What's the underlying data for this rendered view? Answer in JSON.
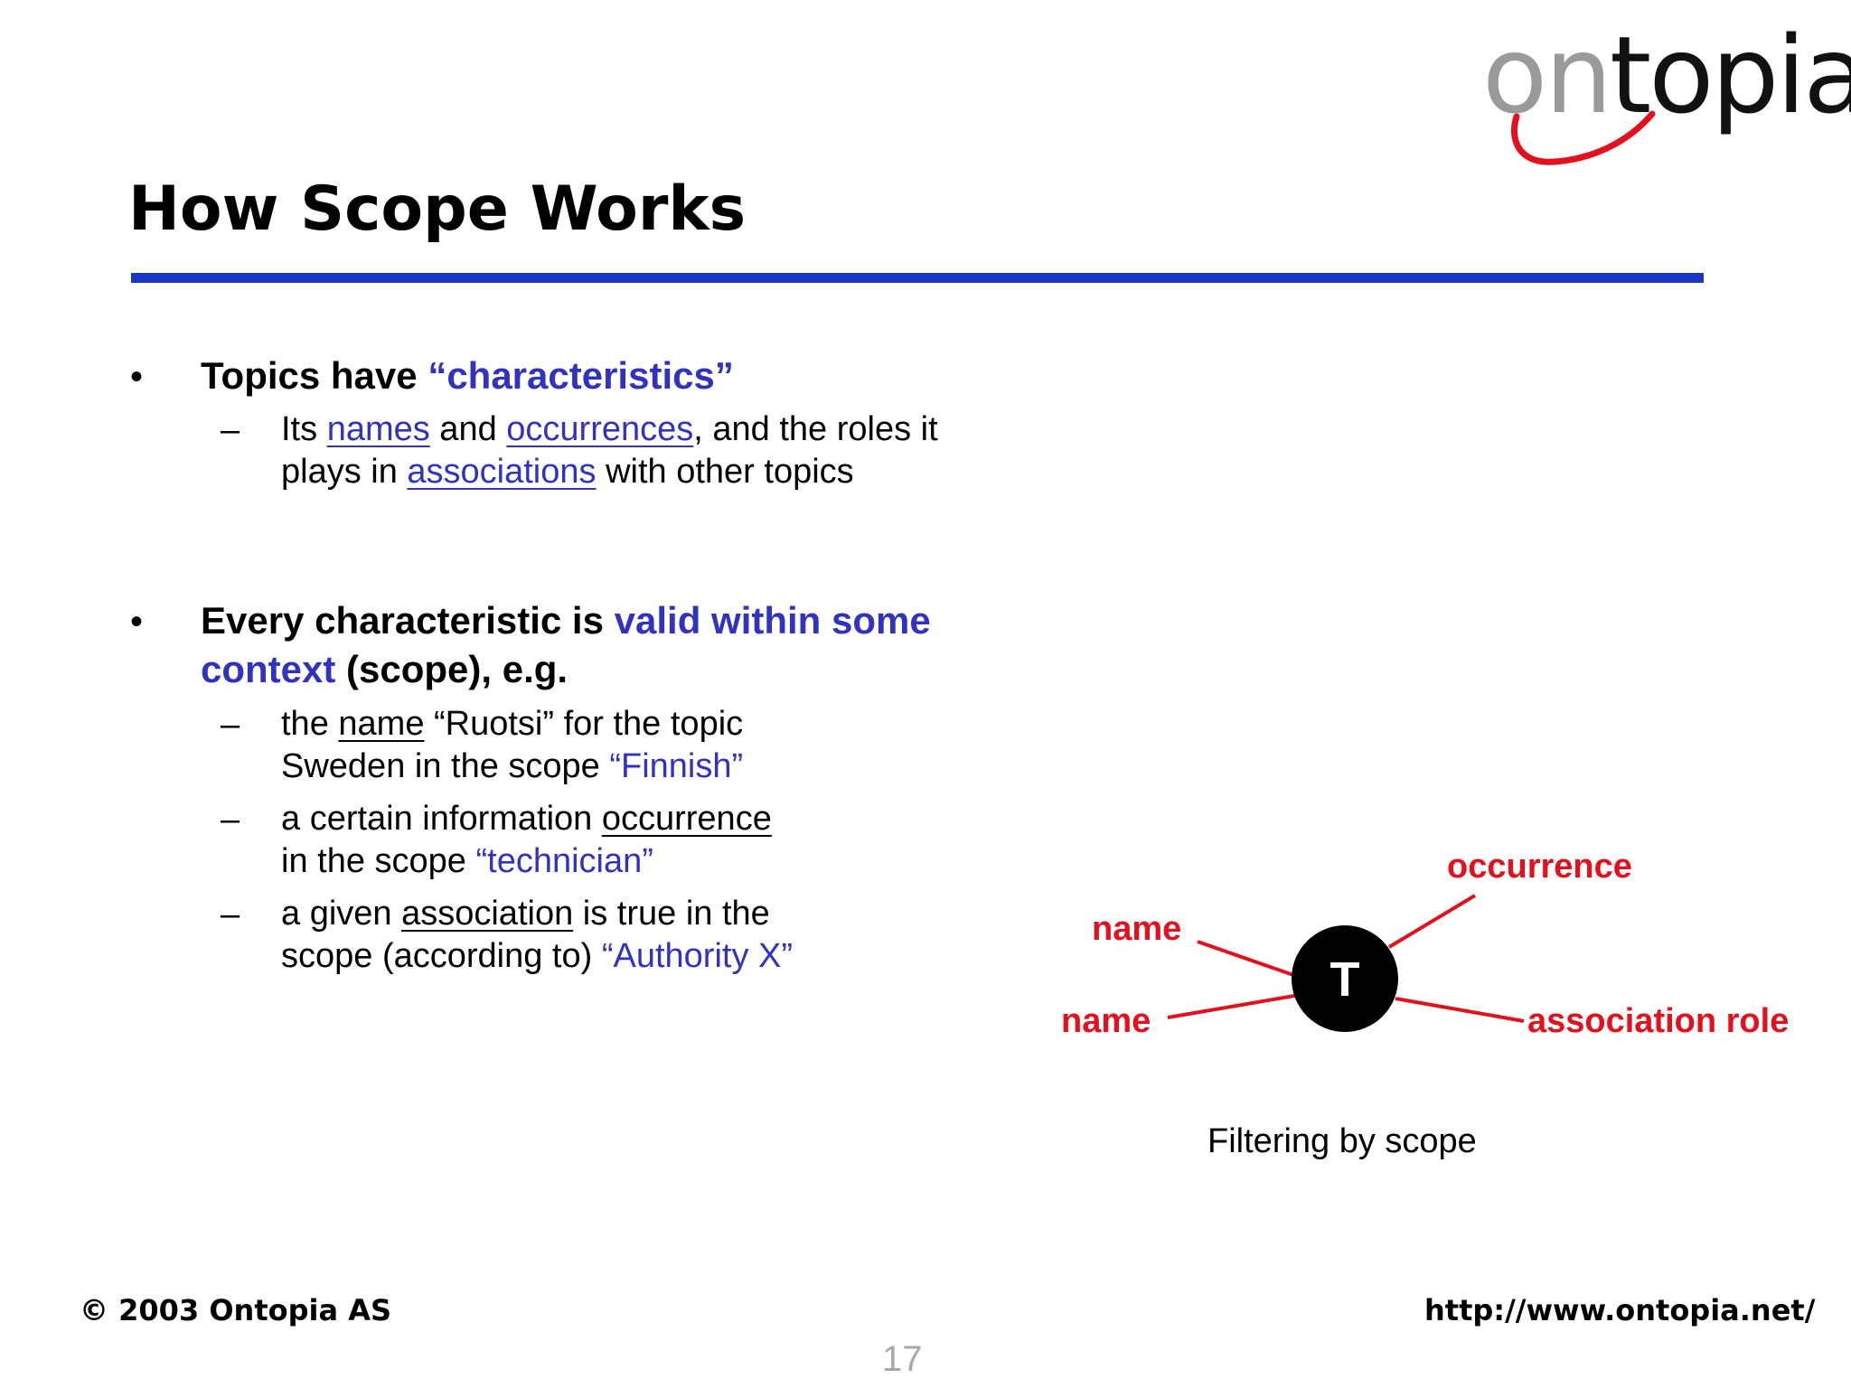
{
  "logo": {
    "part1": "on",
    "part2": "topia",
    "accent_color": "#e3111e"
  },
  "slide": {
    "title": "How Scope Works",
    "rule_color": "#1a37c8"
  },
  "bullets": [
    {
      "text_plain": "Topics have ",
      "text_highlight": "“characteristics”",
      "subs": [
        {
          "p1": "Its ",
          "l1": "names",
          "p2": " and ",
          "l2": "occurrences",
          "p3": ", and the roles it",
          "line2_p1": "plays in ",
          "line2_l1": "associations",
          "line2_p2": " with other topics"
        }
      ]
    },
    {
      "text_plain": "Every characteristic is ",
      "text_highlight": "valid within some",
      "line2_highlight": "context",
      "line2_plain": " (scope), e.g.",
      "subs": [
        {
          "p1": "the ",
          "u1": "name",
          "p2": " “Ruotsi” for the topic",
          "line2_p1": "Sweden in the scope ",
          "line2_blue": "“Finnish”"
        },
        {
          "p1": "a certain information ",
          "u1": "occurrence",
          "line2_p1": "in the scope ",
          "line2_blue": "“technician”"
        },
        {
          "p1": "a given ",
          "u1": "association",
          "p2": " is true in the",
          "line2_p1": "scope (according to) ",
          "line2_blue": "“Authority X”"
        }
      ]
    }
  ],
  "bullet_symbol": "•",
  "dash_symbol": "–",
  "diagram": {
    "center_label": "T",
    "labels": {
      "occurrence": "occurrence",
      "name_top": "name",
      "name_bottom": "name",
      "association_role": "association role"
    },
    "line_color": "#e3111e",
    "caption": "Filtering by scope"
  },
  "footer": {
    "copyright": "© 2003 Ontopia AS",
    "url": "http://www.ontopia.net/",
    "page_number": "17"
  }
}
